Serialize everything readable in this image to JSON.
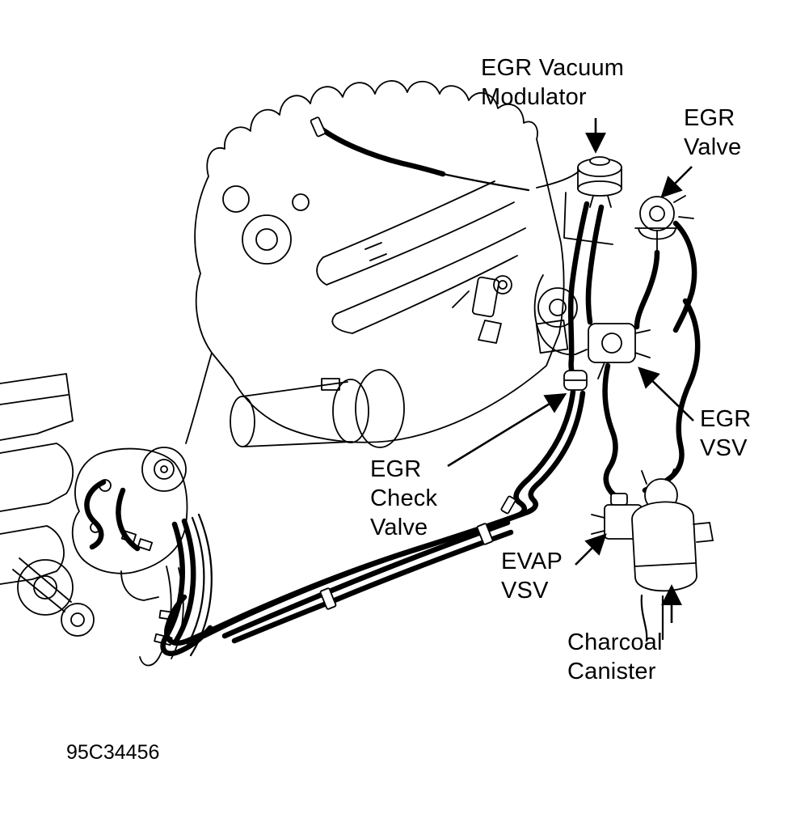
{
  "diagram": {
    "figure_code": "95C34456",
    "labels": {
      "egr_vacuum_modulator": {
        "lines": [
          "EGR Vacuum",
          "Modulator"
        ]
      },
      "egr_valve": {
        "lines": [
          "EGR",
          "Valve"
        ]
      },
      "egr_vsv": {
        "lines": [
          "EGR",
          "VSV"
        ]
      },
      "egr_check_valve": {
        "lines": [
          "EGR",
          "Check",
          "Valve"
        ]
      },
      "evap_vsv": {
        "lines": [
          "EVAP",
          "VSV"
        ]
      },
      "charcoal_canister": {
        "lines": [
          "Charcoal",
          "Canister"
        ]
      }
    },
    "colors": {
      "ink": "#000000",
      "background": "#ffffff"
    }
  }
}
